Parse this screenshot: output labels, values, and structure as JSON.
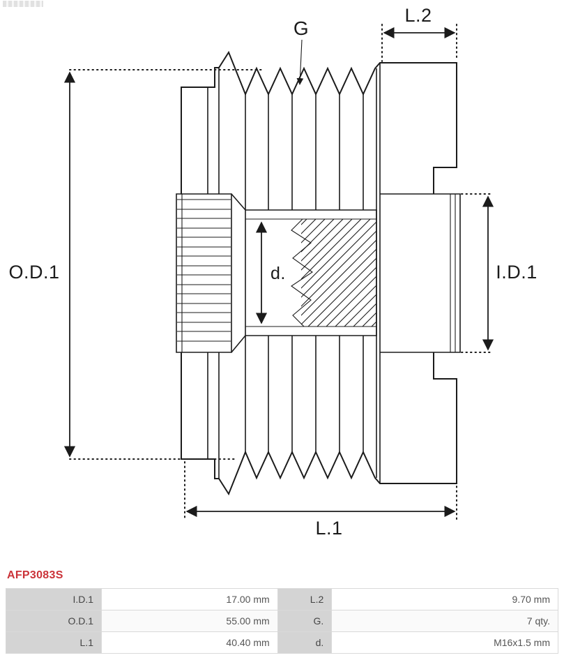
{
  "part": {
    "number": "AFP3083S"
  },
  "diagram": {
    "labels": {
      "g": "G",
      "l2": "L.2",
      "od1": "O.D.1",
      "id1": "I.D.1",
      "d": "d.",
      "l1": "L.1"
    }
  },
  "specs": {
    "rows": [
      {
        "k1": "I.D.1",
        "v1": "17.00 mm",
        "k2": "L.2",
        "v2": "9.70 mm"
      },
      {
        "k1": "O.D.1",
        "v1": "55.00 mm",
        "k2": "G.",
        "v2": "7 qty."
      },
      {
        "k1": "L.1",
        "v1": "40.40 mm",
        "k2": "d.",
        "v2": "M16x1.5 mm"
      }
    ]
  },
  "colors": {
    "part_number_red": "#cb3339",
    "line": "#1b1b1b",
    "table_label_bg": "#d4d4d4"
  }
}
